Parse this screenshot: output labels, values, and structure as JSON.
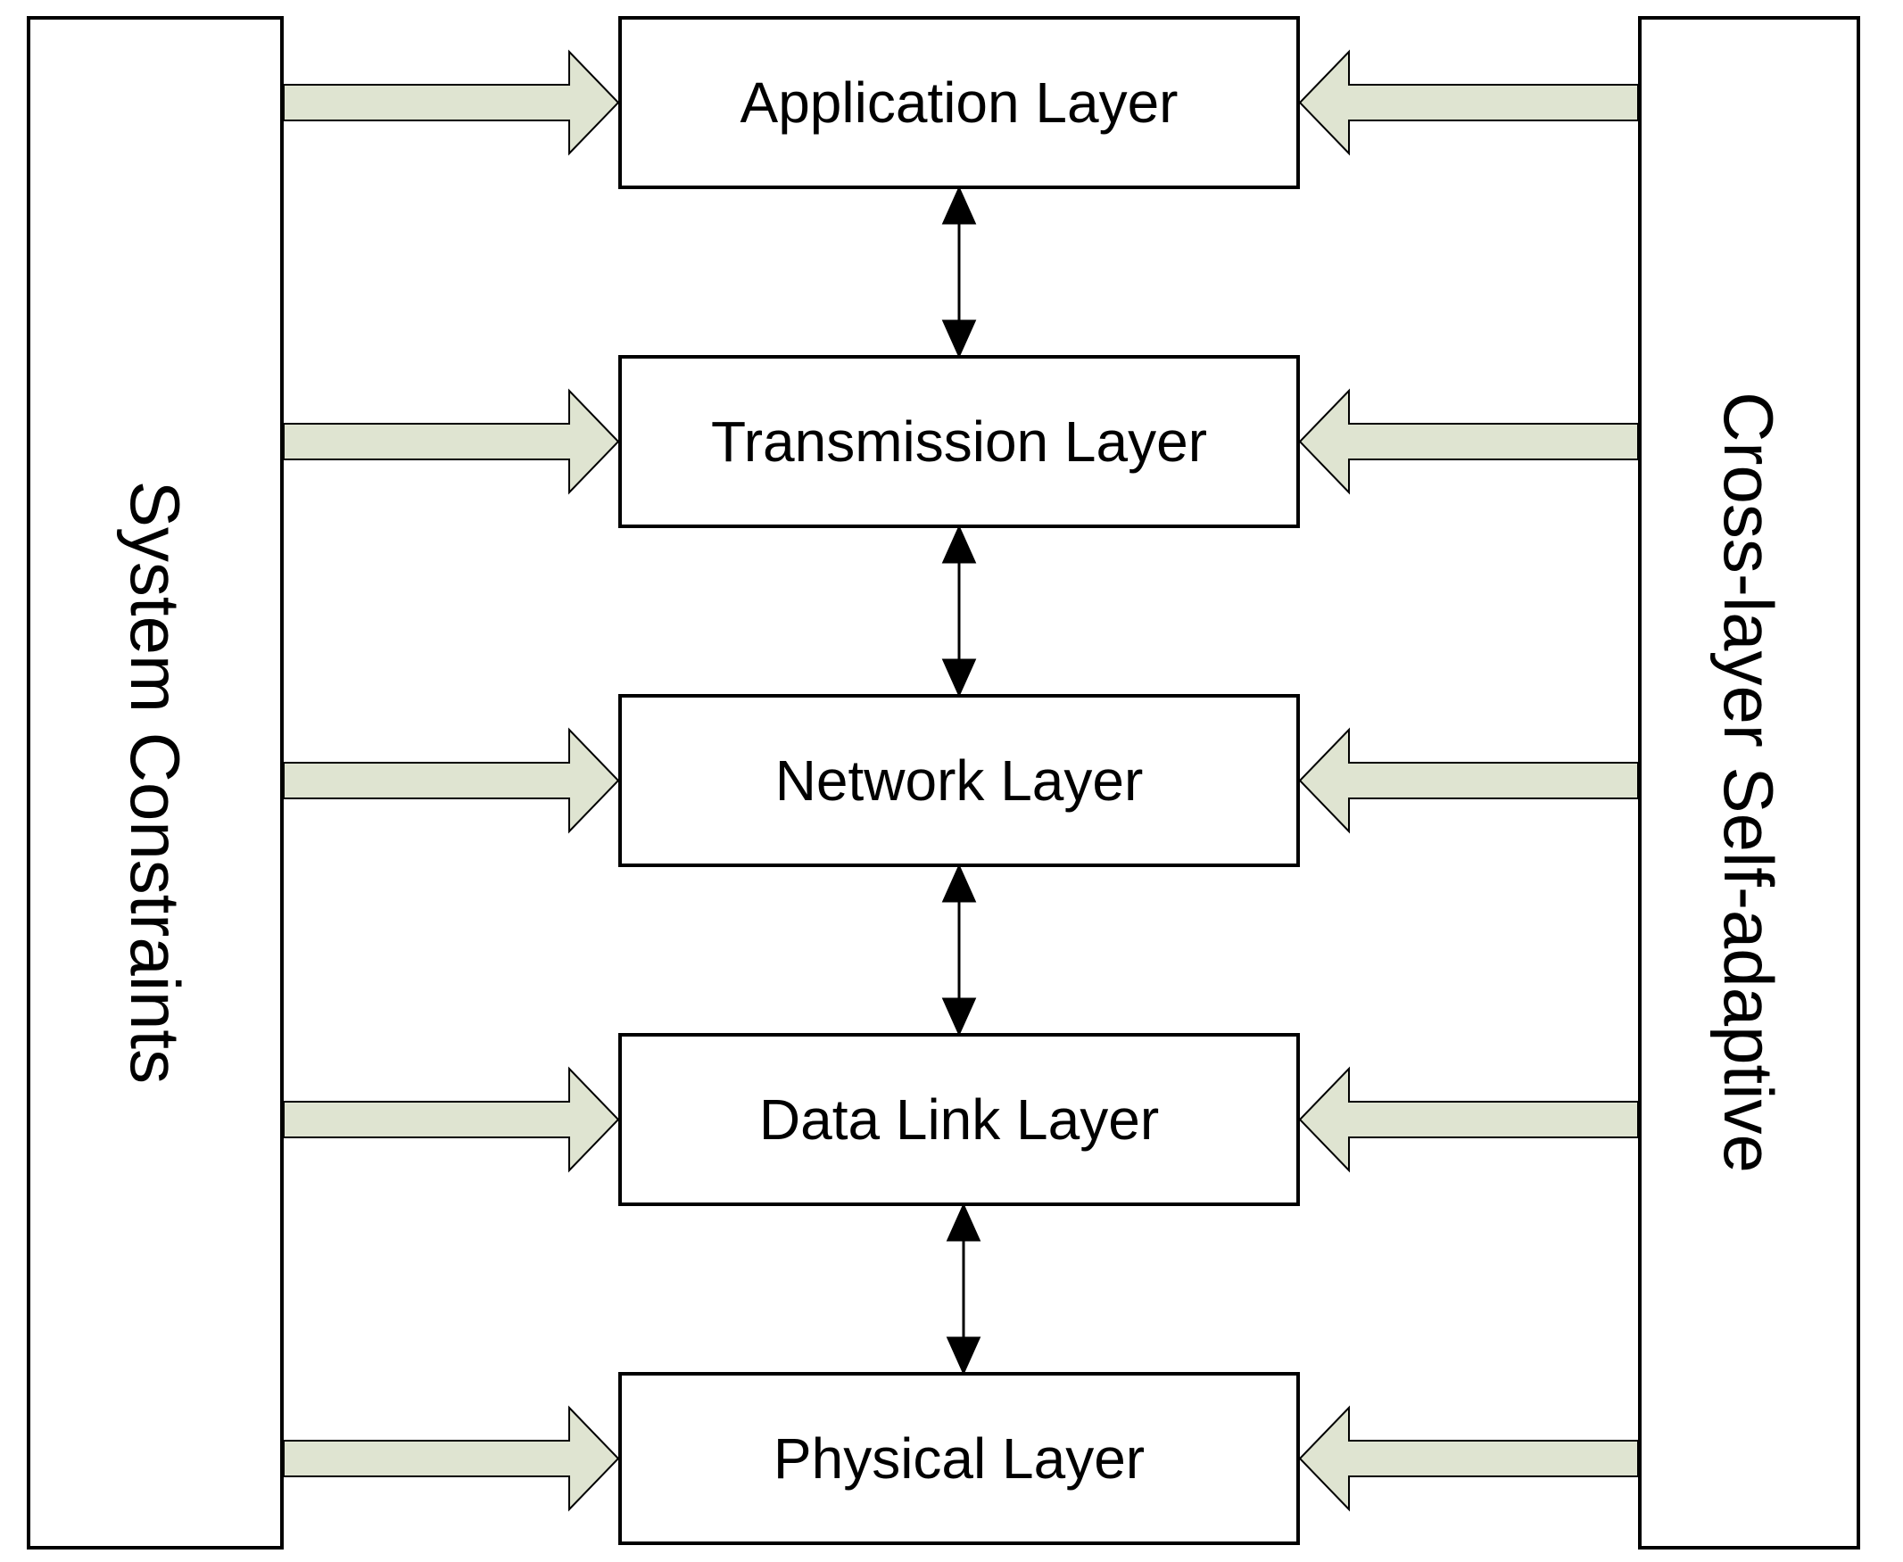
{
  "diagram": {
    "left_panel": {
      "label": "System Constraints"
    },
    "right_panel": {
      "label": "Cross-layer Self-adaptive"
    },
    "layers": [
      {
        "label": "Application Layer"
      },
      {
        "label": "Transmission Layer"
      },
      {
        "label": "Network Layer"
      },
      {
        "label": "Data Link Layer"
      },
      {
        "label": "Physical Layer"
      }
    ]
  },
  "colors": {
    "block_arrow_fill": "#dfe4d1",
    "stroke": "#000000",
    "background": "#ffffff"
  }
}
